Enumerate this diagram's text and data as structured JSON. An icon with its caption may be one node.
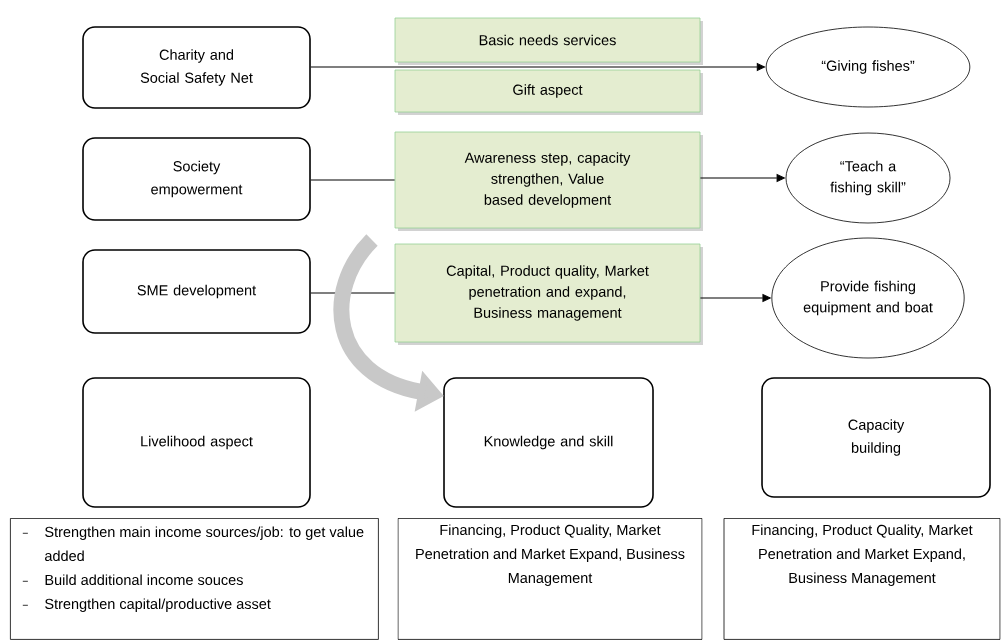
{
  "diagram": {
    "nodes": [
      {
        "text": [
          "Charity and Social Safety Net"
        ]
      },
      {
        "text": [
          "Basic needs services"
        ]
      },
      {
        "text": [
          "Gift aspect"
        ]
      },
      {
        "text": [
          "“Giving fishes”"
        ]
      },
      {
        "text": [
          "Society empowerment"
        ]
      },
      {
        "text": [
          "Awareness step, capacity strengthen, Value based development"
        ]
      },
      {
        "text": [
          "“Teach a fishing skill”"
        ]
      },
      {
        "text": [
          "SME development"
        ]
      },
      {
        "text": [
          "Capital, Product quality, Market penetration and expand, Business management"
        ]
      },
      {
        "text": [
          "Provide fishing equipment and boat"
        ]
      },
      {
        "text": [
          "Livelihood aspect"
        ]
      },
      {
        "text": [
          "Knowledge and skill"
        ]
      },
      {
        "text": [
          "Capacity building"
        ]
      },
      {
        "text": [
          "Strengthen main income sources/job: to get value added",
          "Build additional income souces",
          "Strengthen capital/productive asset"
        ]
      },
      {
        "text": [
          "Financing, Product Quality, Market Penetration and Market Expand, Business Management"
        ]
      },
      {
        "text": [
          "Financing, Product Quality, Market Penetration and Market Expand, Business Management"
        ]
      }
    ],
    "edges": [
      {
        "from": 0,
        "to": 3,
        "arrow": "to"
      },
      {
        "from": 4,
        "to": 5,
        "arrow": "none"
      },
      {
        "from": 5,
        "to": 6,
        "arrow": "to"
      },
      {
        "from": 7,
        "to": 8,
        "arrow": "none"
      },
      {
        "from": 8,
        "to": 9,
        "arrow": "to"
      },
      {
        "from": null,
        "to": 11,
        "arrow": "to",
        "style": "thick",
        "color": "#c8c8c8"
      }
    ]
  }
}
